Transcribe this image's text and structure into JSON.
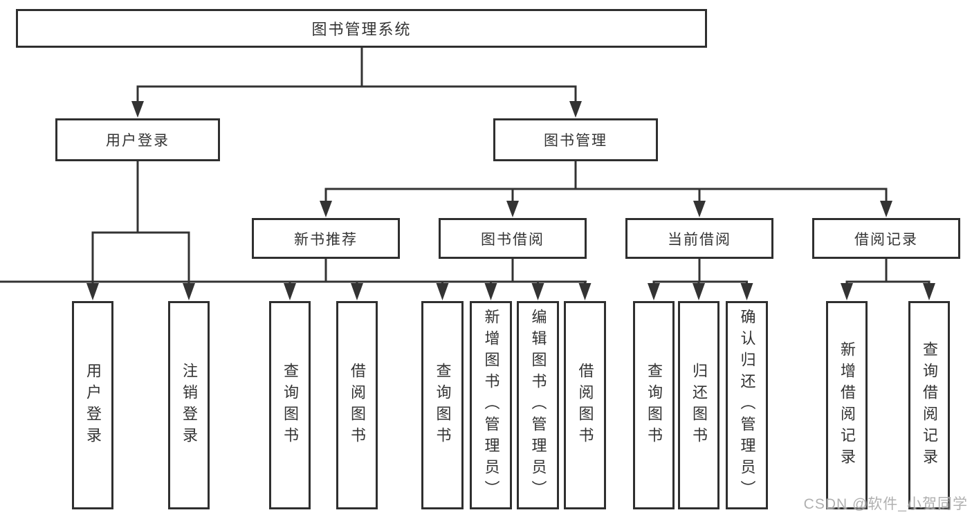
{
  "tree": {
    "label": "图书管理系统",
    "children": [
      {
        "label": "用户登录",
        "children": [
          {
            "label": "用户登录"
          },
          {
            "label": "注销登录"
          }
        ]
      },
      {
        "label": "图书管理",
        "children": [
          {
            "label": "新书推荐",
            "children": [
              {
                "label": "查询图书"
              },
              {
                "label": "借阅图书"
              }
            ]
          },
          {
            "label": "图书借阅",
            "children": [
              {
                "label": "查询图书"
              },
              {
                "label": "新增图书（管理员）"
              },
              {
                "label": "编辑图书（管理员）"
              },
              {
                "label": "借阅图书"
              }
            ]
          },
          {
            "label": "当前借阅",
            "children": [
              {
                "label": "查询图书"
              },
              {
                "label": "归还图书"
              },
              {
                "label": "确认归还（管理员）"
              }
            ]
          },
          {
            "label": "借阅记录",
            "children": [
              {
                "label": "新增借阅记录"
              },
              {
                "label": "查询借阅记录"
              }
            ]
          }
        ]
      }
    ]
  },
  "watermark": {
    "text": "CSDN @软件_小贺同学"
  },
  "colors": {
    "line": "#333333",
    "box_border": "#2f2f2f",
    "text": "#333333",
    "watermark": "#a8a8a8",
    "background": "#ffffff"
  }
}
